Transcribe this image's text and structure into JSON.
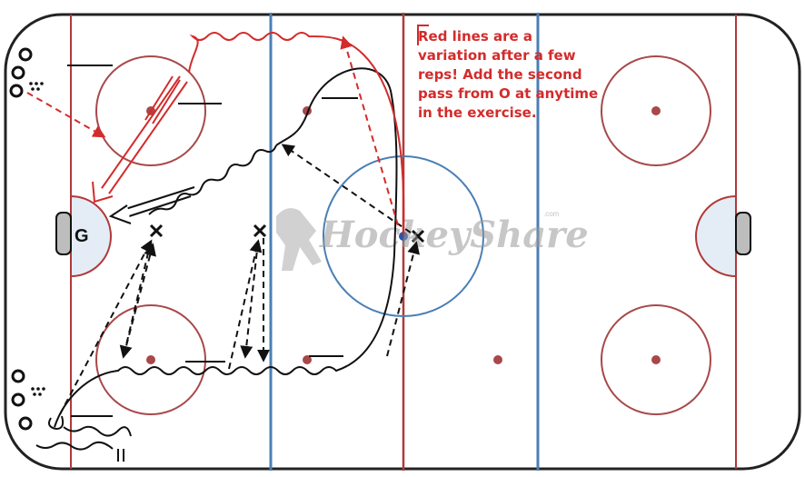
{
  "diagram": {
    "instruction_note": [
      "Red lines are a",
      "variation after a few",
      "reps! Add the second",
      "pass from O at anytime",
      "in the exercise."
    ],
    "goalie_label": "G",
    "watermark": {
      "text": "HockeyShare",
      "suffix": ".com"
    },
    "colors": {
      "boards": "#222222",
      "red_line": "#b03a3a",
      "blue_line": "#4a7fb5",
      "faceoff": "#a8484a",
      "crease_fill": "#e4edf6",
      "annotation_red": "#d32b2b",
      "skating_path": "#111111"
    }
  }
}
